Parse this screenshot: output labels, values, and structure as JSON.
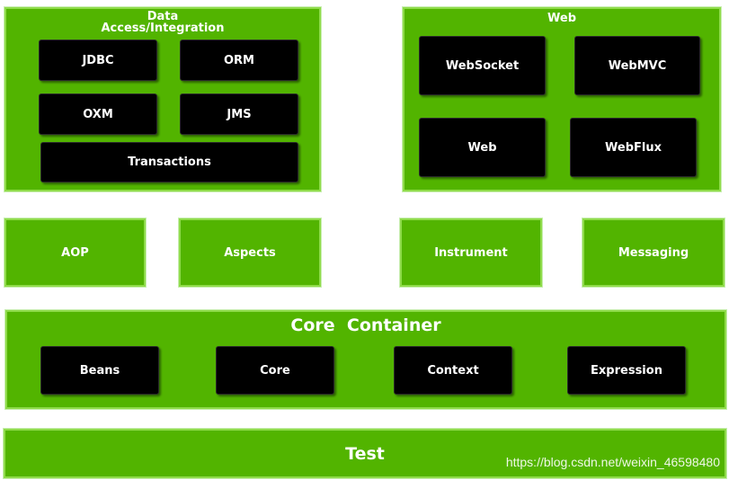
{
  "data_access": {
    "title": "Data\nAccess/Integration",
    "modules": [
      "JDBC",
      "ORM",
      "OXM",
      "JMS",
      "Transactions"
    ]
  },
  "web": {
    "title": "Web",
    "modules": [
      "WebSocket",
      "WebMVC",
      "Web",
      "WebFlux"
    ]
  },
  "middle": [
    "AOP",
    "Aspects",
    "Instrument",
    "Messaging"
  ],
  "core_container": {
    "title": "Core  Container",
    "modules": [
      "Beans",
      "Core",
      "Context",
      "Expression"
    ]
  },
  "test": {
    "title": "Test"
  },
  "watermark": "https://blog.csdn.net/weixin_46598480",
  "colors": {
    "panel_green": "#52b400",
    "module_black": "#000000",
    "text": "#ffffff"
  }
}
